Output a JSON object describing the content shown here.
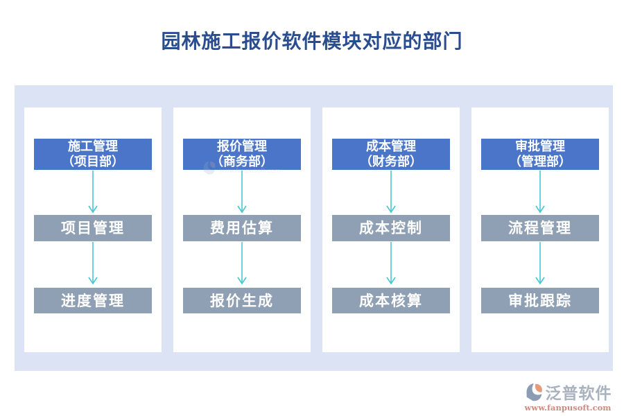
{
  "title": "园林施工报价软件模块对应的部门",
  "columns": [
    {
      "header": {
        "module": "施工管理",
        "department": "（项目部）"
      },
      "items": [
        "项目管理",
        "进度管理"
      ]
    },
    {
      "header": {
        "module": "报价管理",
        "department": "（商务部）"
      },
      "items": [
        "费用估算",
        "报价生成"
      ]
    },
    {
      "header": {
        "module": "成本管理",
        "department": "（财务部）"
      },
      "items": [
        "成本控制",
        "成本核算"
      ]
    },
    {
      "header": {
        "module": "审批管理",
        "department": "（管理部）"
      },
      "items": [
        "流程管理",
        "审批跟踪"
      ]
    }
  ],
  "footer": {
    "brand": "泛普软件",
    "url": "www.fanpusoft.com"
  },
  "watermark": {
    "brand": "泛普软件",
    "url": "www.fanpusoft.com"
  },
  "colors": {
    "title": "#2a4d8f",
    "backdrop": "#dce3f4",
    "header": "#4a75c8",
    "graybox": "#90a0b4",
    "arrow": "#45c6cf",
    "brand": "#a9b3bf",
    "url": "#cf8b80",
    "logo_gray": "#8b9cb3",
    "logo_orange": "#e59b78"
  }
}
